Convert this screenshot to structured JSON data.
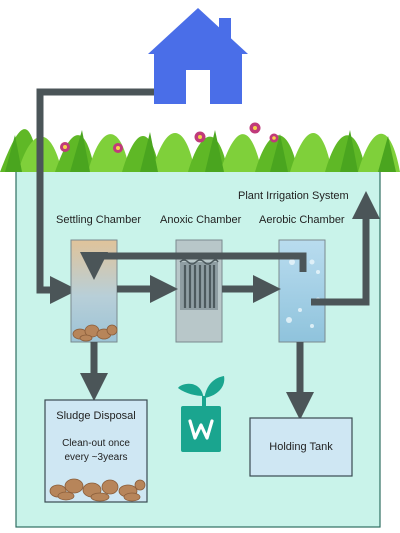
{
  "labels": {
    "irrigation": "Plant Irrigation System",
    "settling": "Settling Chamber",
    "anoxic": "Anoxic Chamber",
    "aerobic": "Aerobic Chamber",
    "sludge": "Sludge Disposal",
    "sludge_note_line1": "Clean-out once",
    "sludge_note_line2": "every ~3years",
    "holding": "Holding Tank"
  },
  "colors": {
    "ground": "#c9f3ea",
    "ground_border": "#2f6e62",
    "pipe": "#4b5558",
    "house": "#4a6ee8",
    "logo": "#1aa58f",
    "grass": "#6cc42a",
    "flower": "#c03a7a",
    "box_fill": "#cfe7f3",
    "box_border": "#3a4a52"
  },
  "icons": [
    "house-icon",
    "plant-logo-icon",
    "flower-icon",
    "grass-icon",
    "arrow-icon"
  ]
}
